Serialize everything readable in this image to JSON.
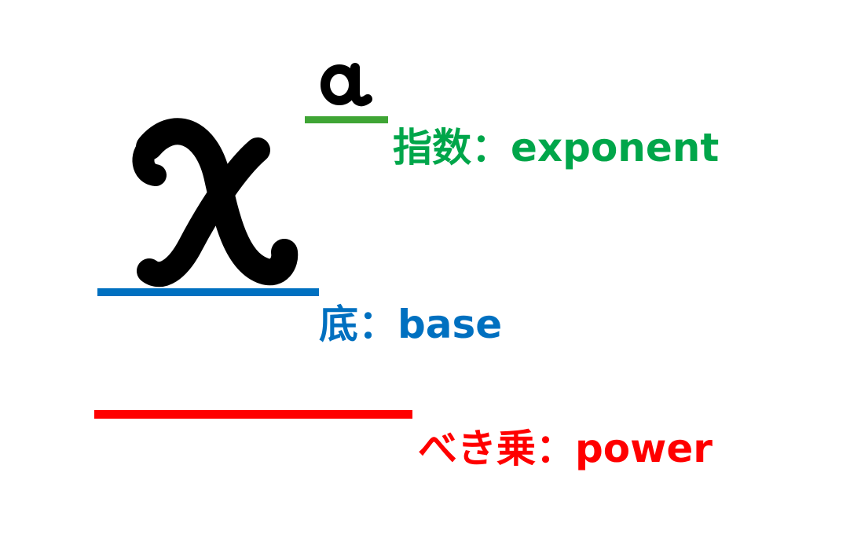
{
  "symbols": {
    "base": "x",
    "exponent": "a"
  },
  "labels": {
    "exponent": "指数：exponent",
    "base": "底：base",
    "power": "べき乗：power"
  },
  "colors": {
    "symbol": "#000000",
    "exponent": "#00A64A",
    "exponent_rule": "#3FA535",
    "base": "#0070C0",
    "power": "#FF0000"
  }
}
